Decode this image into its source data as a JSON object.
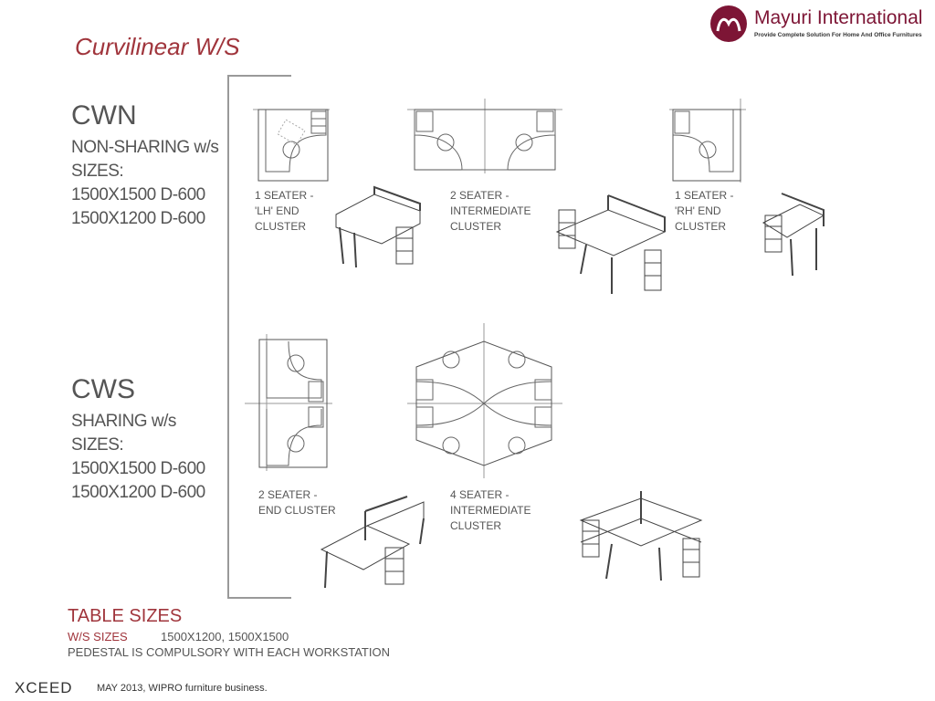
{
  "brand": {
    "name_part1": "Mayuri",
    "name_part2": "International",
    "tagline": "Provide Complete Solution For Home And Office Furnitures"
  },
  "page_title": "Curvilinear W/S",
  "cwn": {
    "code": "CWN",
    "lines": [
      "NON-SHARING w/s",
      "SIZES:",
      "1500X1500 D-600",
      "1500X1200 D-600"
    ]
  },
  "cws": {
    "code": "CWS",
    "lines": [
      "SHARING w/s",
      "SIZES:",
      "1500X1500 D-600",
      "1500X1200 D-600"
    ]
  },
  "captions": {
    "lh_end": "1 SEATER -\n'LH' END\nCLUSTER",
    "intermediate_2": "2 SEATER -\nINTERMEDIATE\nCLUSTER",
    "rh_end": "1 SEATER -\n'RH' END\nCLUSTER",
    "end_2": "2 SEATER -\nEND CLUSTER",
    "intermediate_4": "4 SEATER -\nINTERMEDIATE\nCLUSTER"
  },
  "table_sizes": {
    "title": "TABLE SIZES",
    "label": "W/S SIZES",
    "value": "1500X1200, 1500X1500",
    "note": "PEDESTAL IS COMPULSORY WITH EACH WORKSTATION"
  },
  "footer": {
    "logo_text": "XCEED",
    "credit": "MAY 2013, WIPRO furniture business."
  }
}
